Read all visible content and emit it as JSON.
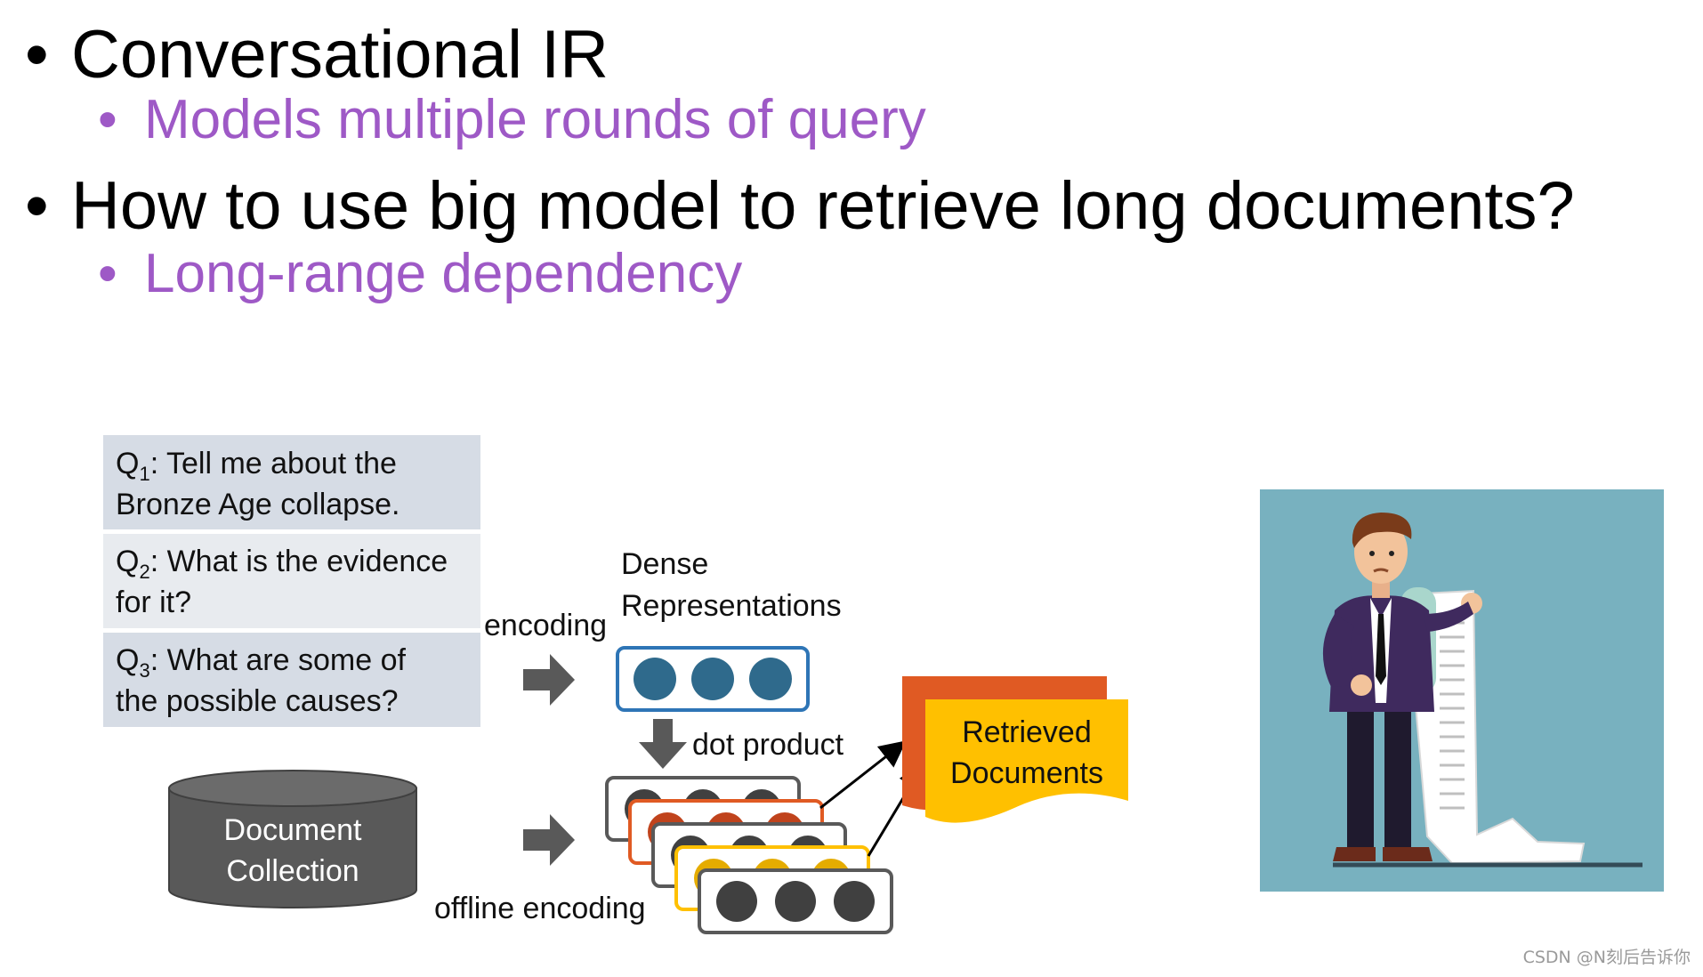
{
  "bullets": [
    {
      "text": "Conversational IR",
      "sub": "Models multiple rounds of query"
    },
    {
      "text": "How to use big model to retrieve long documents?",
      "sub": "Long-range dependency"
    }
  ],
  "bullet_glyph": "•",
  "queries": [
    {
      "label": "Q",
      "sub": "1",
      "line1": ": Tell me about the",
      "line2": "Bronze Age collapse."
    },
    {
      "label": "Q",
      "sub": "2",
      "line1": ": What is the evidence",
      "line2": "for it?"
    },
    {
      "label": "Q",
      "sub": "3",
      "line1": ": What are some of",
      "line2": "the possible causes?"
    }
  ],
  "diagram": {
    "encoding": "encoding",
    "dense_line1": "Dense",
    "dense_line2": "Representations",
    "dot_product": "dot product",
    "offline_encoding": "offline encoding",
    "doc_collection_line1": "Document",
    "doc_collection_line2": "Collection",
    "retrieved_line1": "Retrieved",
    "retrieved_line2": "Documents"
  },
  "illustration": "man-reading-long-receipt-illustration",
  "watermark": "CSDN @N刻后告诉你",
  "colors": {
    "accent_purple": "#9e59c6",
    "query_box": "#d6dce5",
    "dense_circle": "#2f6a8c",
    "retrieved_yellow": "#ffc000",
    "retrieved_orange": "#e05a23",
    "illustration_bg": "#78b1bf",
    "cylinder": "#595959"
  }
}
